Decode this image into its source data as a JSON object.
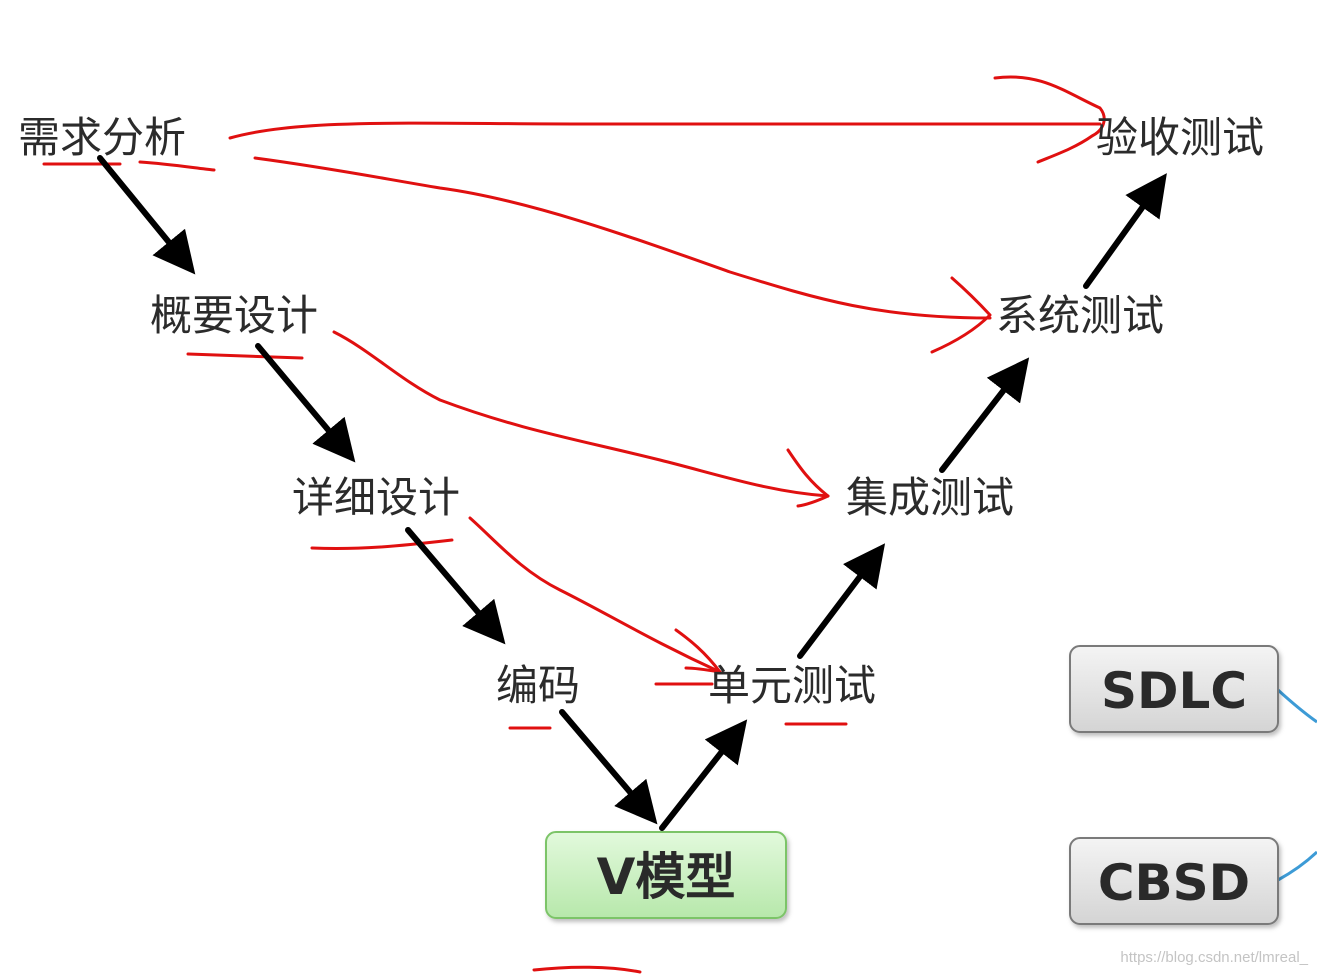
{
  "diagram": {
    "stages": {
      "requirements_analysis": "需求分析",
      "outline_design": "概要设计",
      "detailed_design": "详细设计",
      "coding": "编码",
      "unit_test": "单元测试",
      "integration_test": "集成测试",
      "system_test": "系统测试",
      "acceptance_test": "验收测试"
    },
    "center_node": "V模型",
    "side_nodes": {
      "sdlc": "SDLC",
      "cbsd": "CBSD"
    },
    "colors": {
      "annotation_red": "#e01010",
      "arrow_black": "#000000",
      "center_fill": "#c8f0c0",
      "center_border": "#7cc468",
      "side_fill": "#e6e6e6",
      "side_border": "#7a7a7a",
      "connector_blue": "#3d9bd6"
    }
  },
  "watermark": "https://blog.csdn.net/lmreal_"
}
